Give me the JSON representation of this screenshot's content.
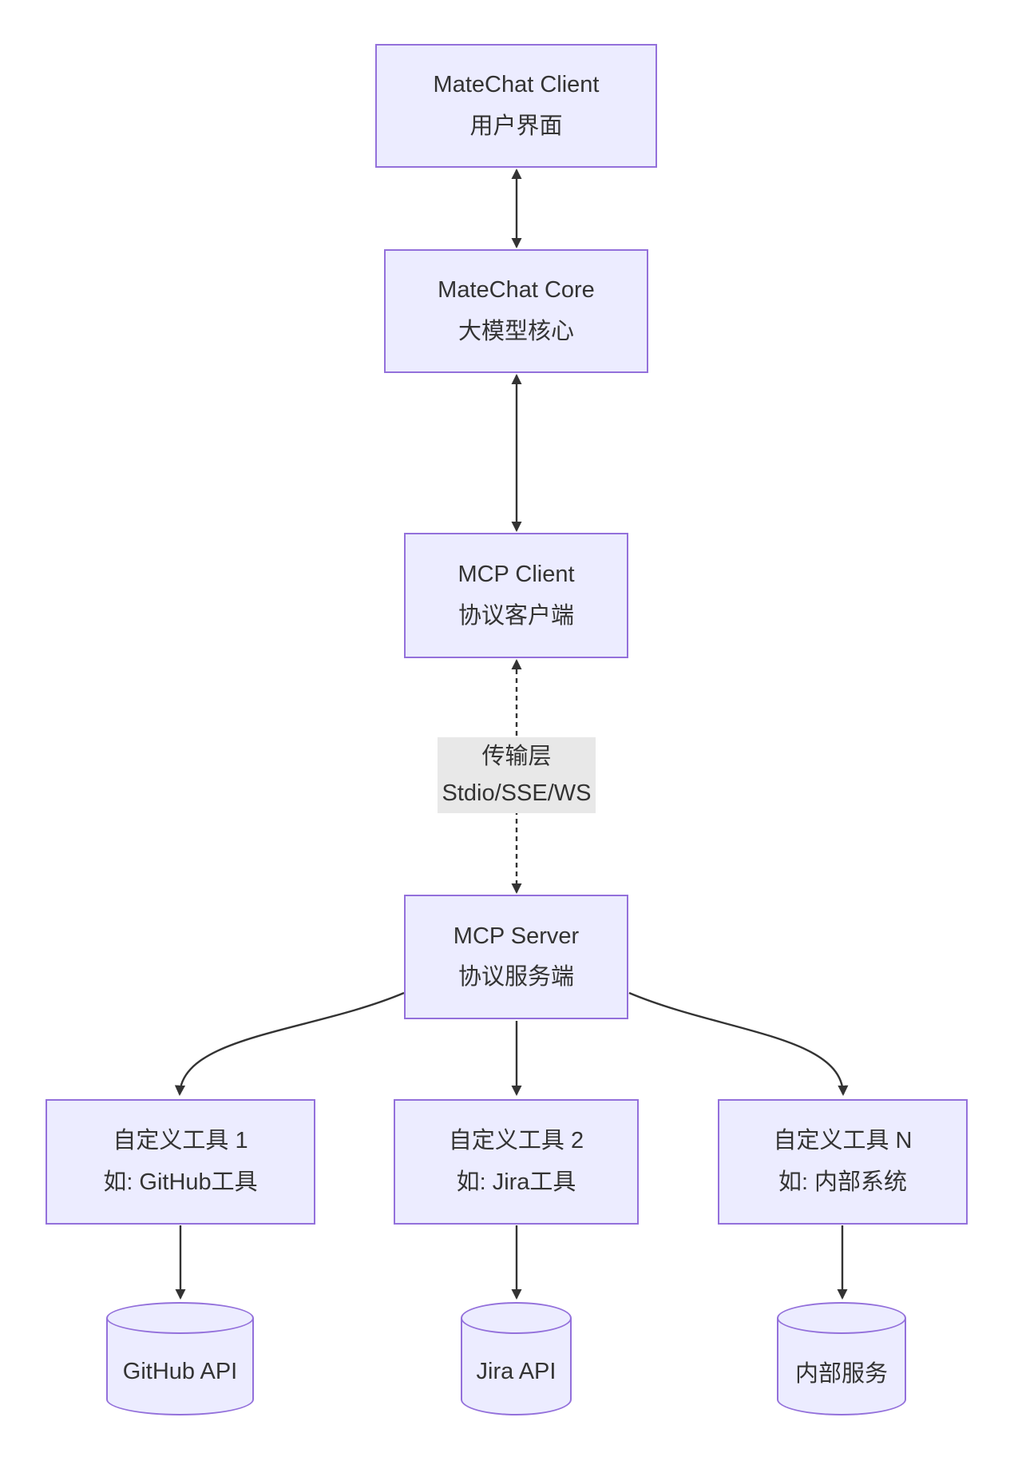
{
  "diagram": {
    "nodes": {
      "matechat_client": {
        "line1": "MateChat Client",
        "line2": "用户界面"
      },
      "matechat_core": {
        "line1": "MateChat Core",
        "line2": "大模型核心"
      },
      "mcp_client": {
        "line1": "MCP Client",
        "line2": "协议客户端"
      },
      "mcp_server": {
        "line1": "MCP Server",
        "line2": "协议服务端"
      },
      "tool1": {
        "line1": "自定义工具 1",
        "line2": "如: GitHub工具"
      },
      "tool2": {
        "line1": "自定义工具 2",
        "line2": "如: Jira工具"
      },
      "toolN": {
        "line1": "自定义工具 N",
        "line2": "如: 内部系统"
      },
      "github_api": {
        "label": "GitHub API"
      },
      "jira_api": {
        "label": "Jira API"
      },
      "internal_service": {
        "label": "内部服务"
      }
    },
    "edge_label": {
      "line1": "传输层",
      "line2": "Stdio/SSE/WS"
    },
    "edges": [
      {
        "from": "MateChat Client",
        "to": "MateChat Core",
        "style": "solid",
        "arrows": "both"
      },
      {
        "from": "MateChat Core",
        "to": "MCP Client",
        "style": "solid",
        "arrows": "both"
      },
      {
        "from": "MCP Client",
        "to": "MCP Server",
        "style": "dashed",
        "arrows": "both",
        "label": "传输层 Stdio/SSE/WS"
      },
      {
        "from": "MCP Server",
        "to": "自定义工具 1",
        "style": "solid",
        "arrows": "end"
      },
      {
        "from": "MCP Server",
        "to": "自定义工具 2",
        "style": "solid",
        "arrows": "end"
      },
      {
        "from": "MCP Server",
        "to": "自定义工具 N",
        "style": "solid",
        "arrows": "end"
      },
      {
        "from": "自定义工具 1",
        "to": "GitHub API",
        "style": "solid",
        "arrows": "end"
      },
      {
        "from": "自定义工具 2",
        "to": "Jira API",
        "style": "solid",
        "arrows": "end"
      },
      {
        "from": "自定义工具 N",
        "to": "内部服务",
        "style": "solid",
        "arrows": "end"
      }
    ],
    "colors": {
      "node_fill": "#ECECFF",
      "node_border": "#9370DB",
      "edge": "#333333",
      "edge_label_bg": "#e8e8e8",
      "text": "#333333",
      "background": "#ffffff"
    }
  }
}
